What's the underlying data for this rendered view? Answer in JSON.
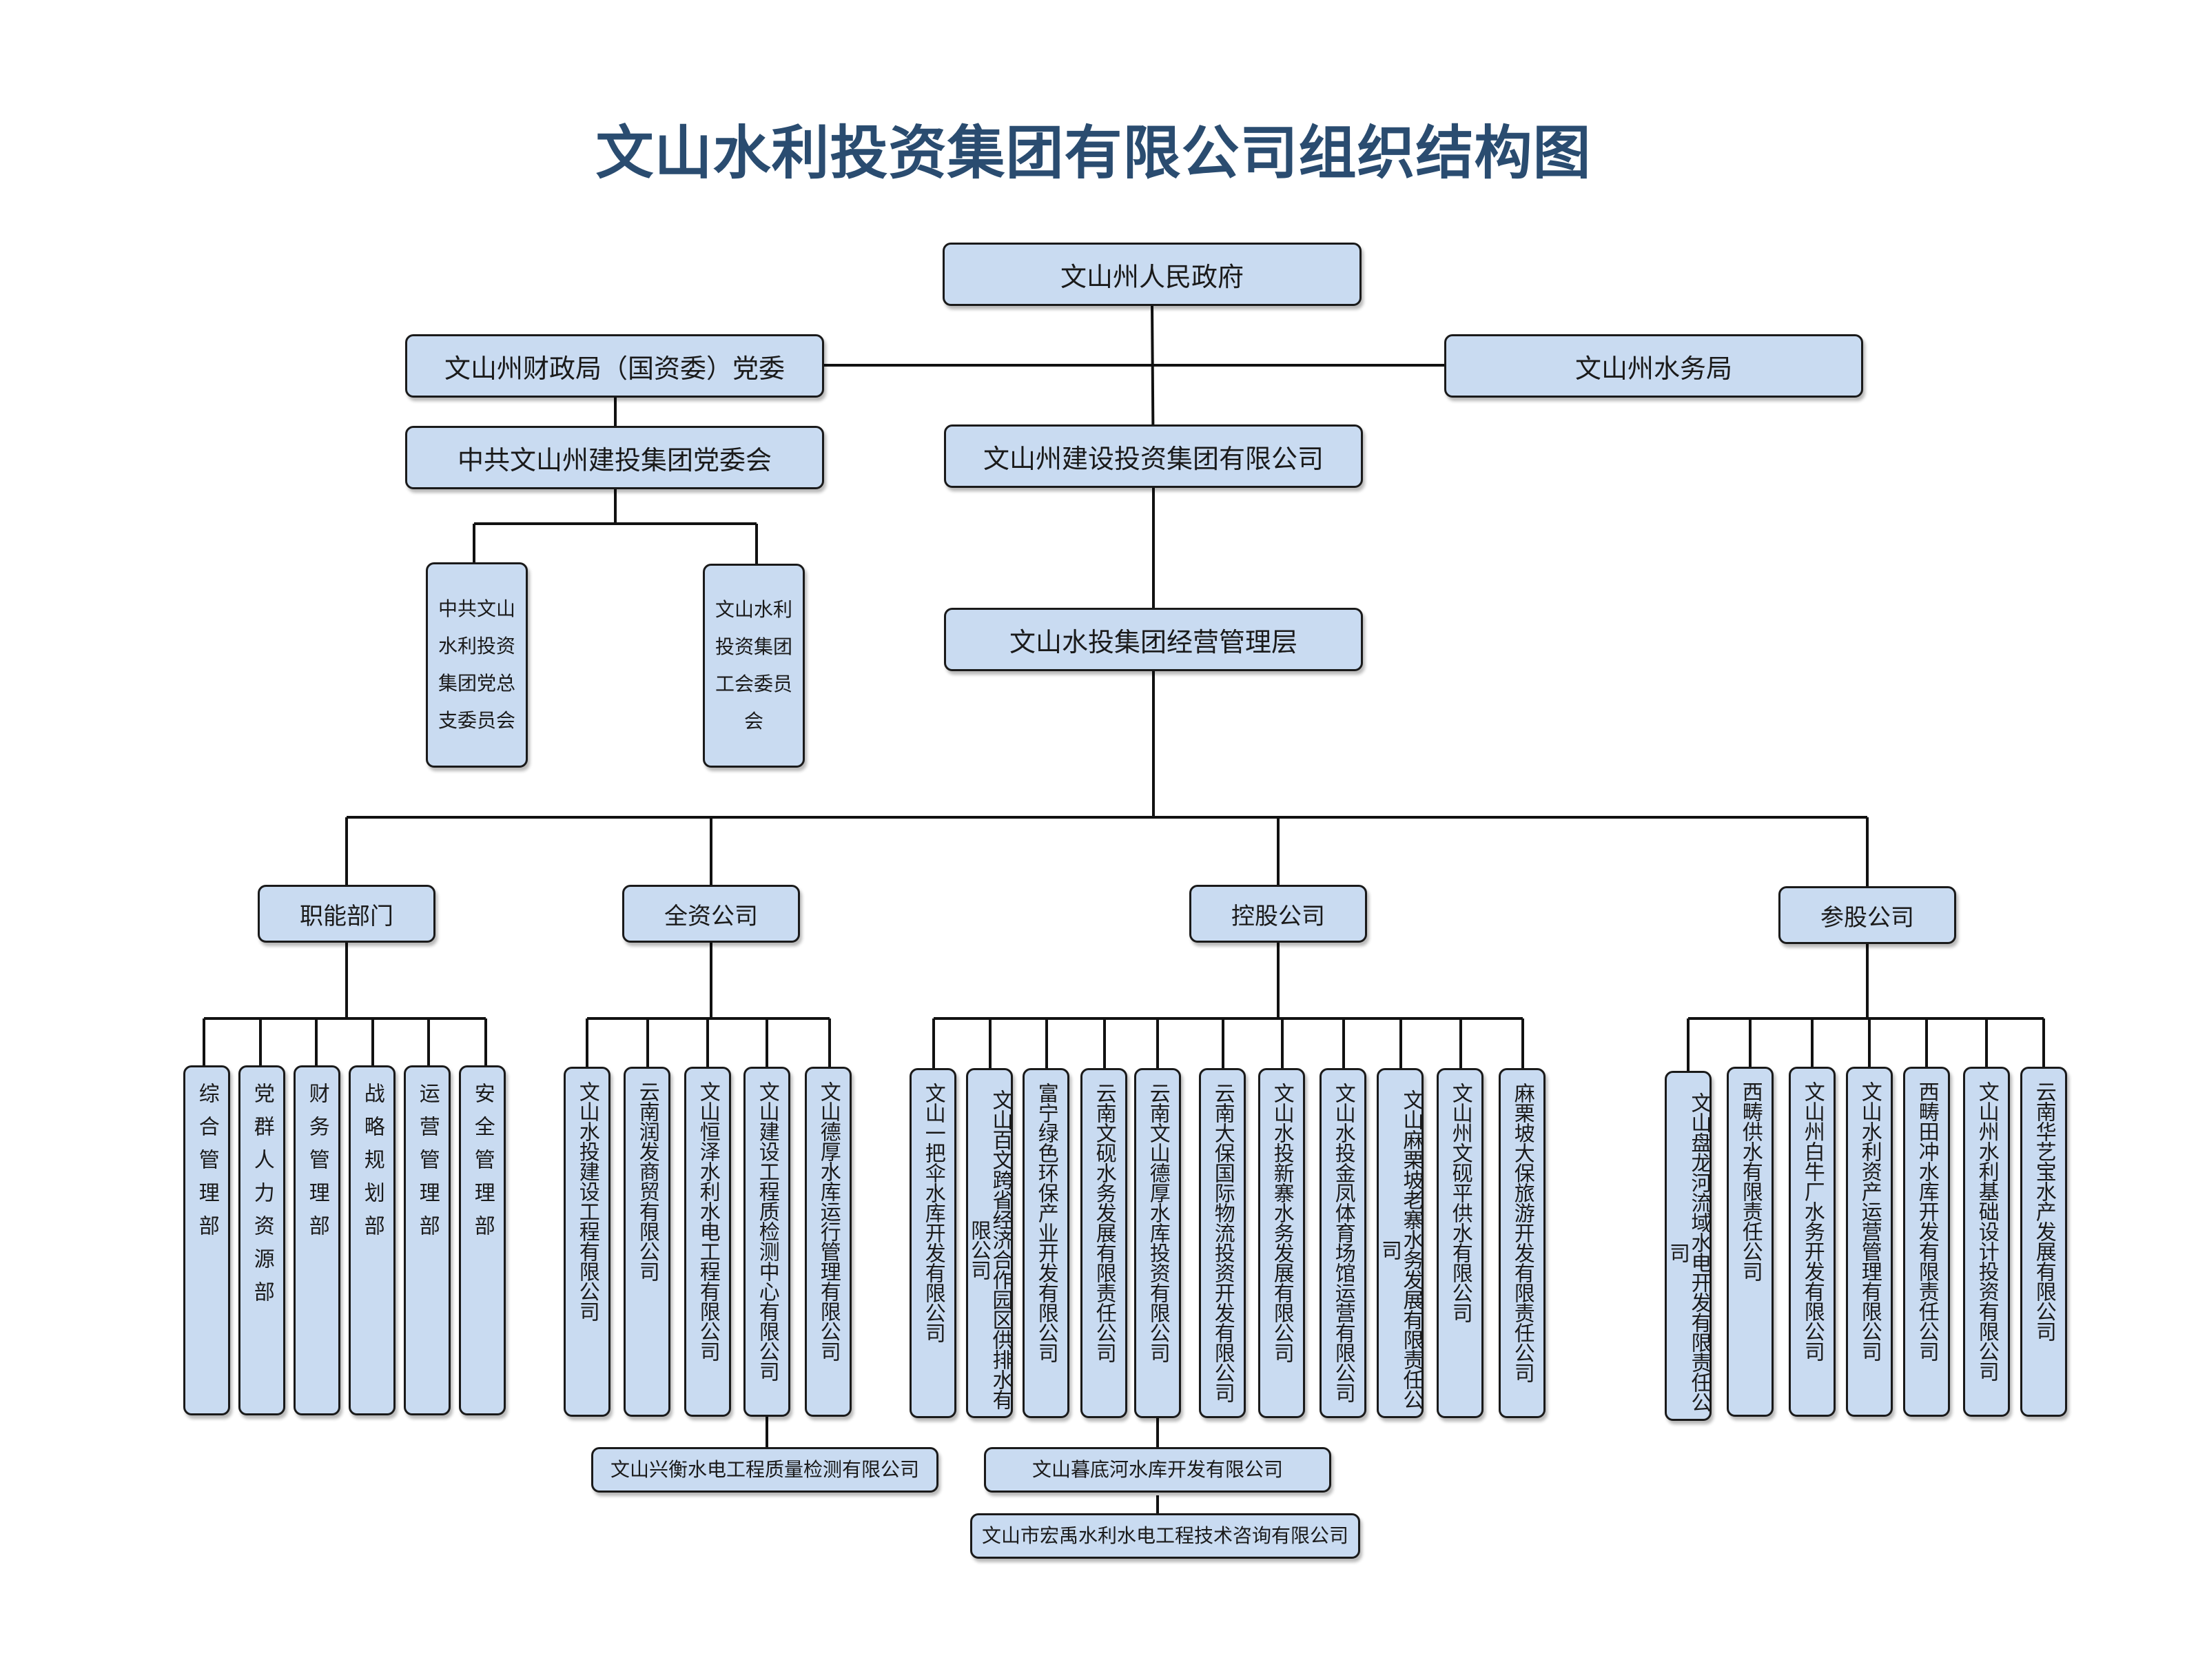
{
  "title": "文山水利投资集团有限公司组织结构图",
  "top": {
    "government": "文山州人民政府",
    "finance_bureau": "文山州财政局（国资委）党委",
    "water_bureau": "文山州水务局",
    "party_committee": "中共文山州建投集团党委会",
    "group_company": "文山州建设投资集团有限公司",
    "management": "文山水投集团经营管理层"
  },
  "party_sub": [
    "中共文山\n水利投资\n集团党总\n支委员会",
    "文山水利\n投资集团\n工会委员\n会"
  ],
  "categories": [
    "职能部门",
    "全资公司",
    "控股公司",
    "参股公司"
  ],
  "functional_departments": [
    "综合管理部",
    "党群人力资源部",
    "财务管理部",
    "战略规划部",
    "运营管理部",
    "安全管理部"
  ],
  "wholly_owned": [
    "文山水投建设工程有限公司",
    "云南润发商贸有限公司",
    "文山恒泽水利水电工程有限公司",
    "文山建设工程质检测中心有限公司",
    "文山德厚水库运行管理有限公司"
  ],
  "wholly_owned_sub": "文山兴衡水电工程质量检测有限公司",
  "holding": [
    "文山一把伞水库开发有限公司",
    "文山百文跨省经济合作园区供排水有限公司",
    "富宁绿色环保产业开发有限公司",
    "云南文砚水务发展有限责任公司",
    "云南文山德厚水库投资有限公司",
    "云南大保国际物流投资开发有限公司",
    "文山水投新寨水务发展有限公司",
    "文山水投金凤体育场馆运营有限公司",
    "文山麻栗坡老寨水务发展有限责任公司",
    "文山州文砚平供水有限公司",
    "麻栗坡大保旅游开发有限责任公司"
  ],
  "holding_sub": [
    "文山暮底河水库开发有限公司",
    "文山市宏禹水利水电工程技术咨询有限公司"
  ],
  "equity": [
    "文山盘龙河流域水电开发有限责任公司",
    "西畴供水有限责任公司",
    "文山州白牛厂水务开发有限公司",
    "文山水利资产运营管理有限公司",
    "西畴田冲水库开发有限责任公司",
    "文山州水利基础设计投资有限公司",
    "云南华艺宝水产发展有限公司"
  ]
}
